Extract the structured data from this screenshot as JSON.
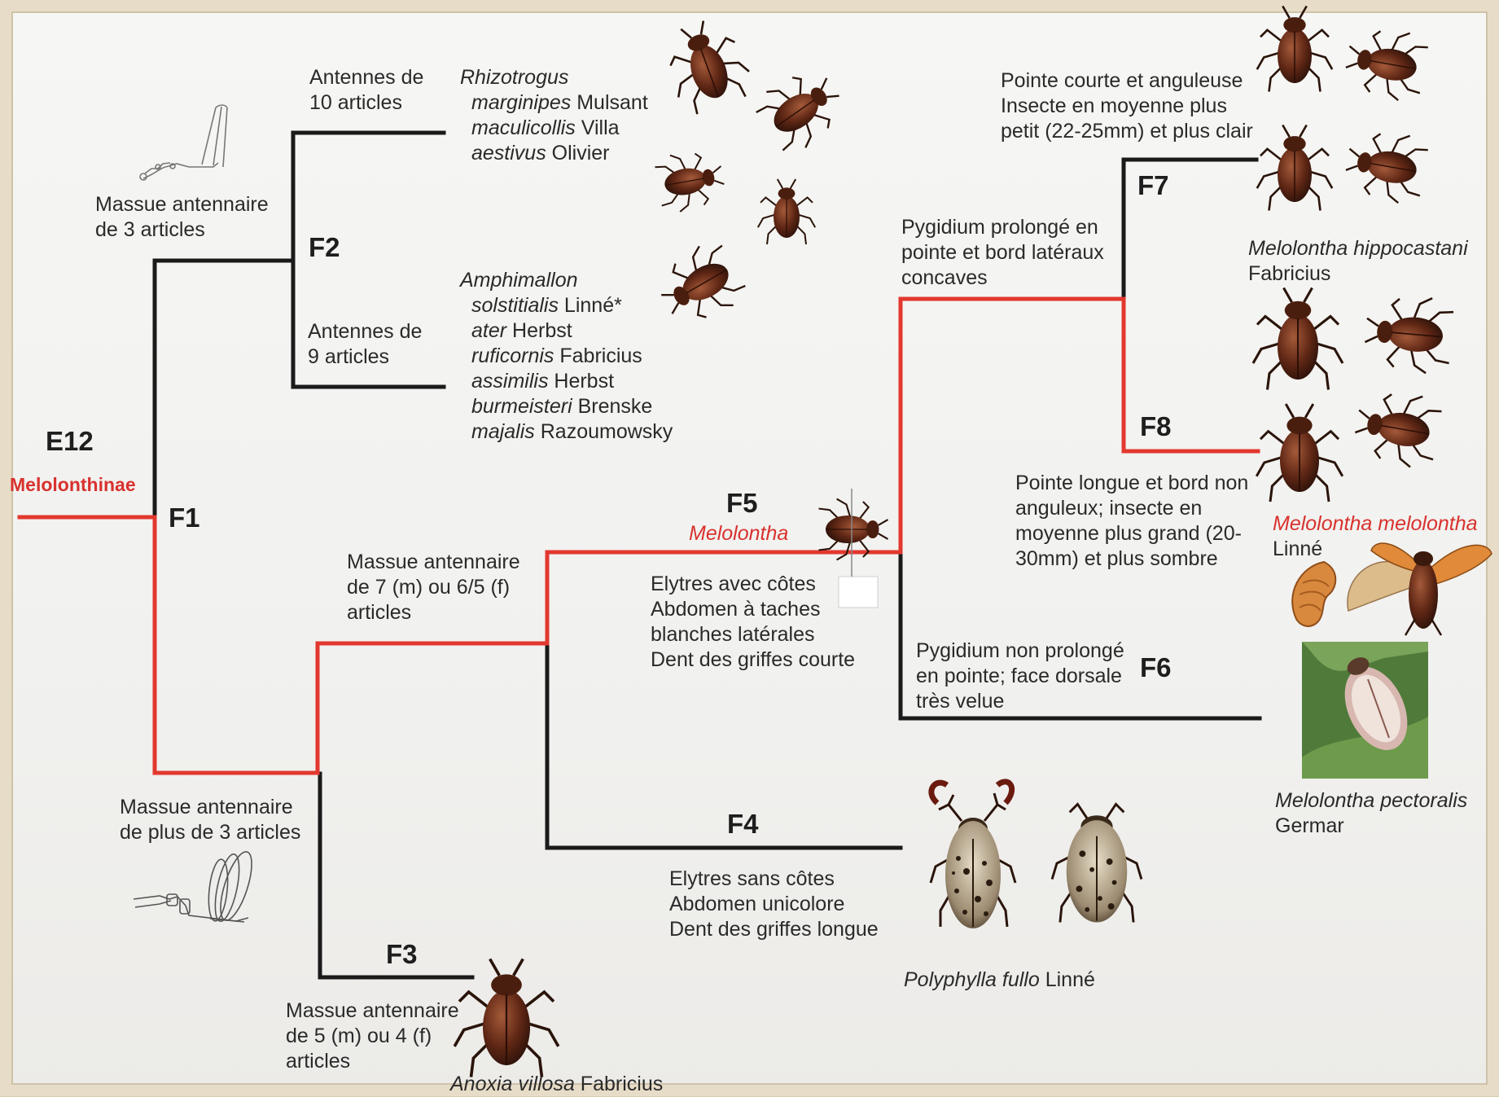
{
  "nodes": {
    "e12": "E12",
    "f1": "F1",
    "f2": "F2",
    "f3": "F3",
    "f4": "F4",
    "f5": "F5",
    "f6": "F6",
    "f7": "F7",
    "f8": "F8"
  },
  "family": "Melolonthinae",
  "genus_f5": "Melolontha",
  "labels": {
    "f2_upper": "Massue antennaire\nde 3 articles",
    "antennes_10": "Antennes de\n10 articles",
    "antennes_9": "Antennes de\n9 articles",
    "f1_lower": "Massue antennaire\nde plus de 3 articles",
    "f3_desc": "Massue antennaire\nde 5 (m) ou 4 (f)\narticles",
    "f4f5_desc": "Massue antennaire\nde 7 (m) ou 6/5 (f)\narticles",
    "f5_desc": "Elytres avec côtes\nAbdomen à taches\nblanches latérales\nDent des griffes courte",
    "f4_desc": "Elytres sans côtes\nAbdomen unicolore\nDent des griffes longue",
    "f5_upper": "Pygidium prolongé en\npointe et bord latéraux\nconcaves",
    "f6_desc": "Pygidium non prolongé\nen pointe; face dorsale\ntrès velue",
    "f7_desc": "Pointe courte et anguleuse\nInsecte en moyenne plus\npetit (22-25mm) et plus clair",
    "f8_desc": "Pointe longue et bord non\nanguleux; insecte en\nmoyenne plus grand (20-\n30mm) et plus sombre"
  },
  "species": {
    "rhizotrogus": {
      "genus": "Rhizotrogus",
      "items": [
        {
          "name": "marginipes",
          "author": " Mulsant"
        },
        {
          "name": "maculicollis",
          "author": " Villa"
        },
        {
          "name": "aestivus",
          "author": " Olivier"
        }
      ]
    },
    "amphimallon": {
      "genus": "Amphimallon",
      "items": [
        {
          "name": "solstitialis",
          "author": " Linné*"
        },
        {
          "name": "ater",
          "author": " Herbst"
        },
        {
          "name": "ruficornis",
          "author": " Fabricius"
        },
        {
          "name": "assimilis",
          "author": " Herbst"
        },
        {
          "name": "burmeisteri",
          "author": " Brenske"
        },
        {
          "name": "majalis",
          "author": " Razoumowsky"
        }
      ]
    },
    "anoxia": {
      "name": "Anoxia villosa",
      "author": " Fabricius"
    },
    "polyphylla": {
      "name": "Polyphylla fullo",
      "author": " Linné"
    },
    "hippocastani": {
      "name": "Melolontha hippocastani",
      "author": "Fabricius"
    },
    "melolontha": {
      "name": "Melolontha melolontha",
      "author": "Linné"
    },
    "pectoralis": {
      "name": "Melolontha pectoralis",
      "author": "Germar"
    }
  },
  "colors": {
    "red_path": "#e2382f",
    "black_path": "#1a1a1a",
    "red_text": "#d8322e"
  }
}
